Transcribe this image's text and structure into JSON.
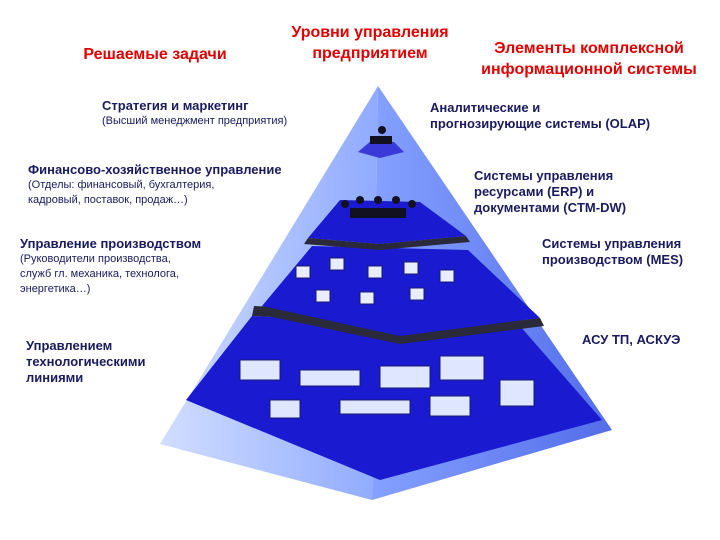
{
  "headers": {
    "tasks": "Решаемые задачи",
    "levels": "Уровни управления\nпредприятием",
    "elements": "Элементы комплексной\nинформационной системы"
  },
  "levels": [
    {
      "title": "Стратегия и маркетинг",
      "subtitle": "(Высший менеджмент предприятия)"
    },
    {
      "title": "Финансово-хозяйственное управление",
      "subtitle": "(Отделы: финансовый, бухгалтерия,\nкадровый, поставок, продаж…)"
    },
    {
      "title": "Управление производством",
      "subtitle": "(Руководители производства,\nслужб гл. механика, технолога,\nэнергетика…)"
    },
    {
      "title": "Управлением\nтехнологическими\nлиниями",
      "subtitle": ""
    }
  ],
  "systems": [
    {
      "label": "Аналитические и\nпрогнозирующие системы (OLAP)"
    },
    {
      "label": "Системы управления\nресурсами (ERP) и\nдокументами (CTM-DW)"
    },
    {
      "label": "Системы управления\nпроизводством (MES)"
    },
    {
      "label": "АСУ ТП,  АСКУЭ"
    }
  ],
  "colors": {
    "header_red": "#e00000",
    "text_navy": "#1a1a5e",
    "pyramid_light": "#9ab4ff",
    "pyramid_mid": "#5a78f0",
    "floor_blue": "#1a1ad0",
    "floor_dark": "#2a2a3a"
  }
}
